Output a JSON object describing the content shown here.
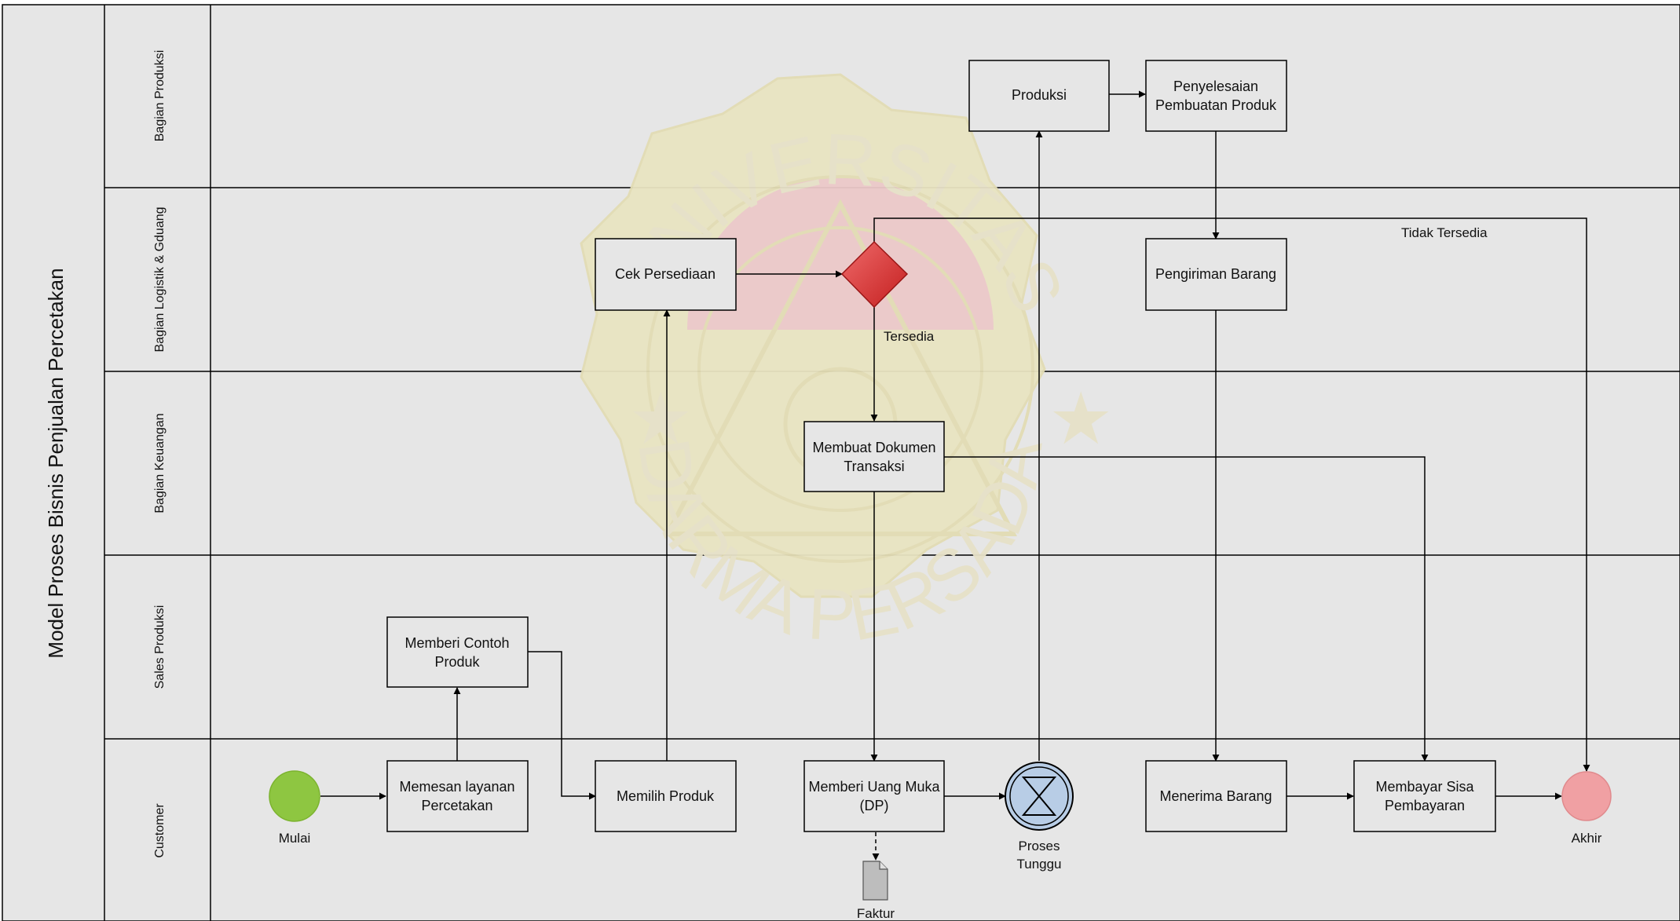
{
  "diagram": {
    "pool_title": "Model Proses Bisnis Penjualan Percetakan",
    "lanes": [
      "Bagian Produksi",
      "Bagian Logistik & Gduang",
      "Bagian Keuangan",
      "Sales Produksi",
      "Customer"
    ],
    "tasks": {
      "produksi": "Produksi",
      "penyelesaian_1": "Penyelesaian",
      "penyelesaian_2": "Pembuatan Produk",
      "cek_persediaan": "Cek Persediaan",
      "pengiriman_barang": "Pengiriman Barang",
      "dokumen_1": "Membuat Dokumen",
      "dokumen_2": "Transaksi",
      "contoh_1": "Memberi Contoh",
      "contoh_2": "Produk",
      "memesan_1": "Memesan layanan",
      "memesan_2": "Percetakan",
      "memilih_produk": "Memilih Produk",
      "uang_muka_1": "Memberi Uang Muka",
      "uang_muka_2": "(DP)",
      "menerima_barang": "Menerima Barang",
      "sisa_1": "Membayar Sisa",
      "sisa_2": "Pembayaran"
    },
    "labels": {
      "tidak_tersedia": "Tidak Tersedia",
      "tersedia": "Tersedia",
      "mulai": "Mulai",
      "akhir": "Akhir",
      "proses_1": "Proses",
      "proses_2": "Tunggu",
      "faktur": "Faktur"
    },
    "watermark": {
      "top_text": "UNIVERSITAS",
      "bottom_text": "DARMA PERSADA"
    },
    "colors": {
      "lane_fill": "#e6e6e6",
      "start_event": "#8ec641",
      "end_event": "#f0a0a3",
      "gateway": "#d92b2b",
      "intermediate_event": "#b8cde6",
      "watermark_gold": "#e9e4c2",
      "watermark_red": "#ecc9c9"
    }
  }
}
